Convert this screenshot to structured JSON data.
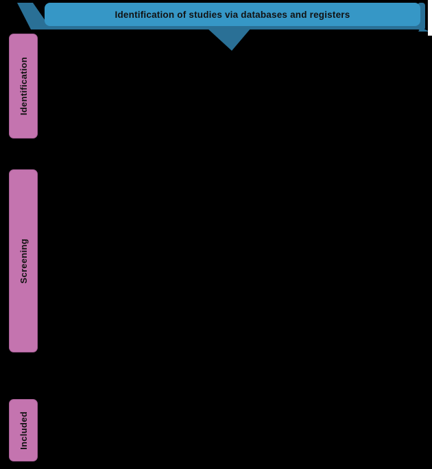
{
  "banner": {
    "title": "Identification of studies via databases and registers"
  },
  "side_labels": [
    {
      "id": "identification",
      "label": "Identification"
    },
    {
      "id": "screening",
      "label": "Screening"
    },
    {
      "id": "included",
      "label": "Included"
    }
  ],
  "icons": [
    "banner-left-fold-icon",
    "banner-pointer-down-icon",
    "banner-right-tail-icon"
  ],
  "colors": {
    "background": "#000000",
    "banner_light": "#3697C6",
    "banner_dark": "#2A7096",
    "label_pink": "#C474AF",
    "label_border": "#A85F97",
    "text_dark": "#111111",
    "corner_white": "#FFFFFF"
  }
}
